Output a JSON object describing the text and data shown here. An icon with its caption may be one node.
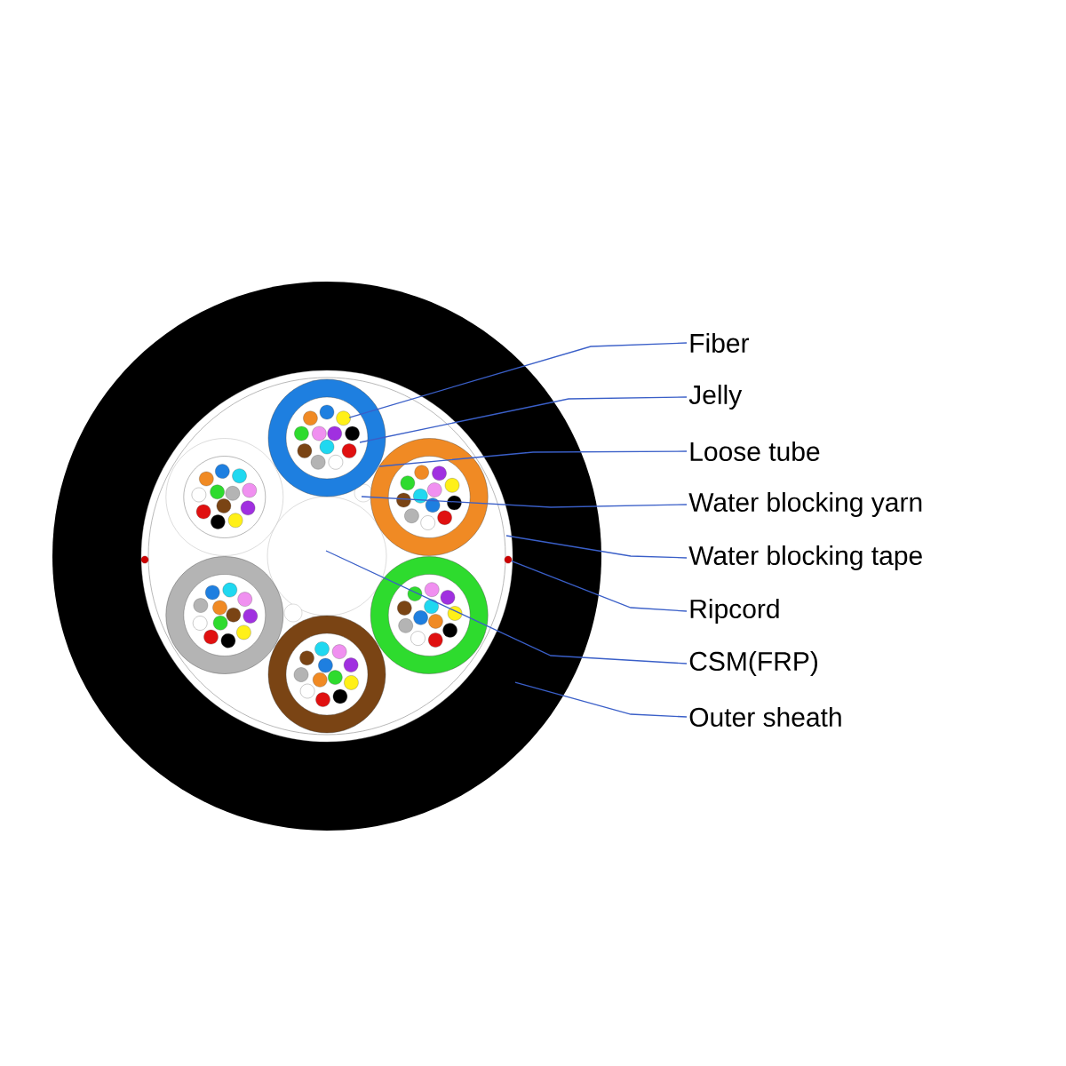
{
  "diagram": {
    "nodes": [
      {
        "text": [
          "Fiber"
        ]
      },
      {
        "text": [
          "Jelly"
        ]
      },
      {
        "text": [
          "Loose tube"
        ]
      },
      {
        "text": [
          "Water blocking yarn"
        ]
      },
      {
        "text": [
          "Water blocking tape"
        ]
      },
      {
        "text": [
          "Ripcord"
        ]
      },
      {
        "text": [
          "CSM(FRP)"
        ]
      },
      {
        "text": [
          "Outer sheath"
        ]
      },
      {
        "text": [],
        "shape": "circle"
      }
    ],
    "edges": [
      {
        "from": 0,
        "to": null,
        "arrow": "none"
      },
      {
        "from": 1,
        "to": null,
        "arrow": "none"
      },
      {
        "from": 2,
        "to": null,
        "arrow": "none"
      },
      {
        "from": 3,
        "to": null,
        "arrow": "none"
      },
      {
        "from": 4,
        "to": null,
        "arrow": "none"
      },
      {
        "from": 5,
        "to": 8,
        "arrow": "none"
      },
      {
        "from": 6,
        "to": null,
        "arrow": "none"
      },
      {
        "from": 7,
        "to": null,
        "arrow": "none"
      }
    ]
  }
}
